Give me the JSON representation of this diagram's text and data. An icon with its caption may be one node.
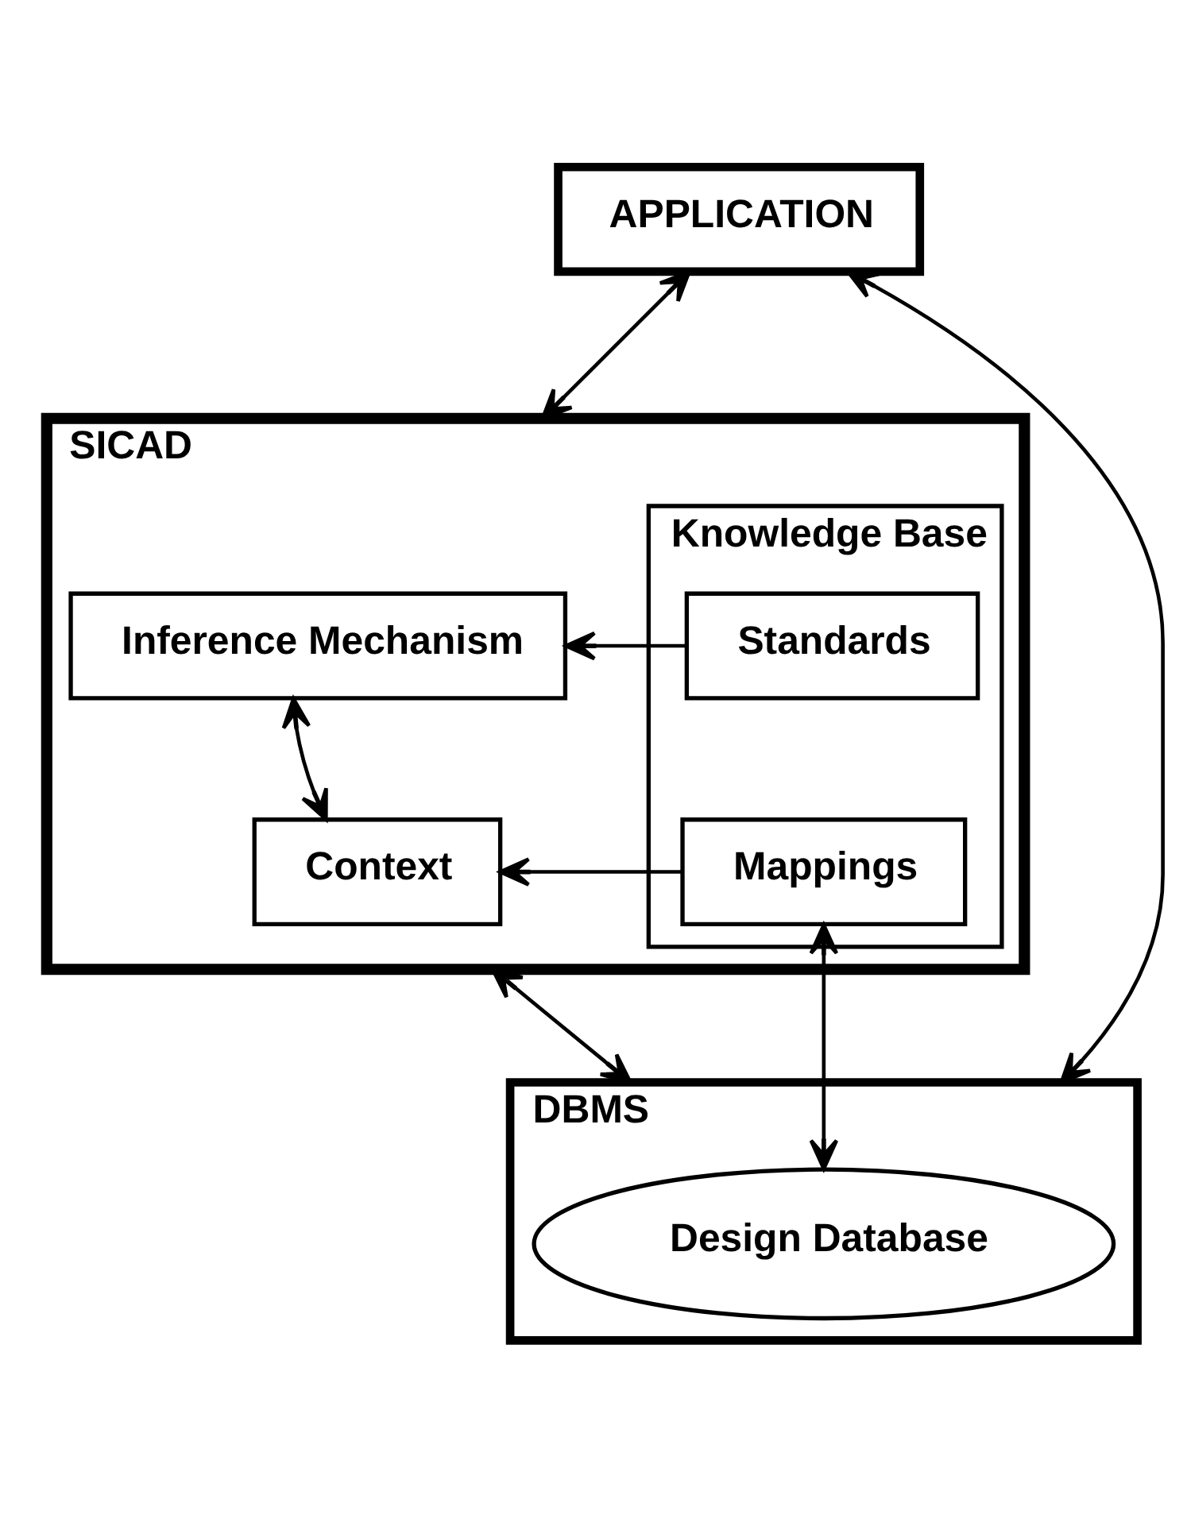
{
  "diagram": {
    "nodes": [
      {
        "text": [
          "APPLICATION"
        ]
      },
      {
        "text": [
          "SICAD"
        ]
      },
      {
        "text": [
          "Inference Mechanism"
        ],
        "in": 1
      },
      {
        "text": [
          "Context"
        ],
        "in": 1
      },
      {
        "text": [
          "Knowledge Base"
        ],
        "in": 1
      },
      {
        "text": [
          "Standards"
        ],
        "in": 4
      },
      {
        "text": [
          "Mappings"
        ],
        "in": 4
      },
      {
        "text": [
          "DBMS"
        ]
      },
      {
        "text": [
          "Design Database"
        ],
        "in": 7
      }
    ],
    "edges": [
      {
        "from": 0,
        "to": 1,
        "arrow": "both"
      },
      {
        "from": 0,
        "to": 7,
        "arrow": "both"
      },
      {
        "from": 5,
        "to": 2,
        "arrow": "to"
      },
      {
        "from": 2,
        "to": 3,
        "arrow": "both"
      },
      {
        "from": 6,
        "to": 3,
        "arrow": "to"
      },
      {
        "from": 1,
        "to": 7,
        "arrow": "both"
      },
      {
        "from": 6,
        "to": 8,
        "arrow": "both"
      }
    ]
  }
}
